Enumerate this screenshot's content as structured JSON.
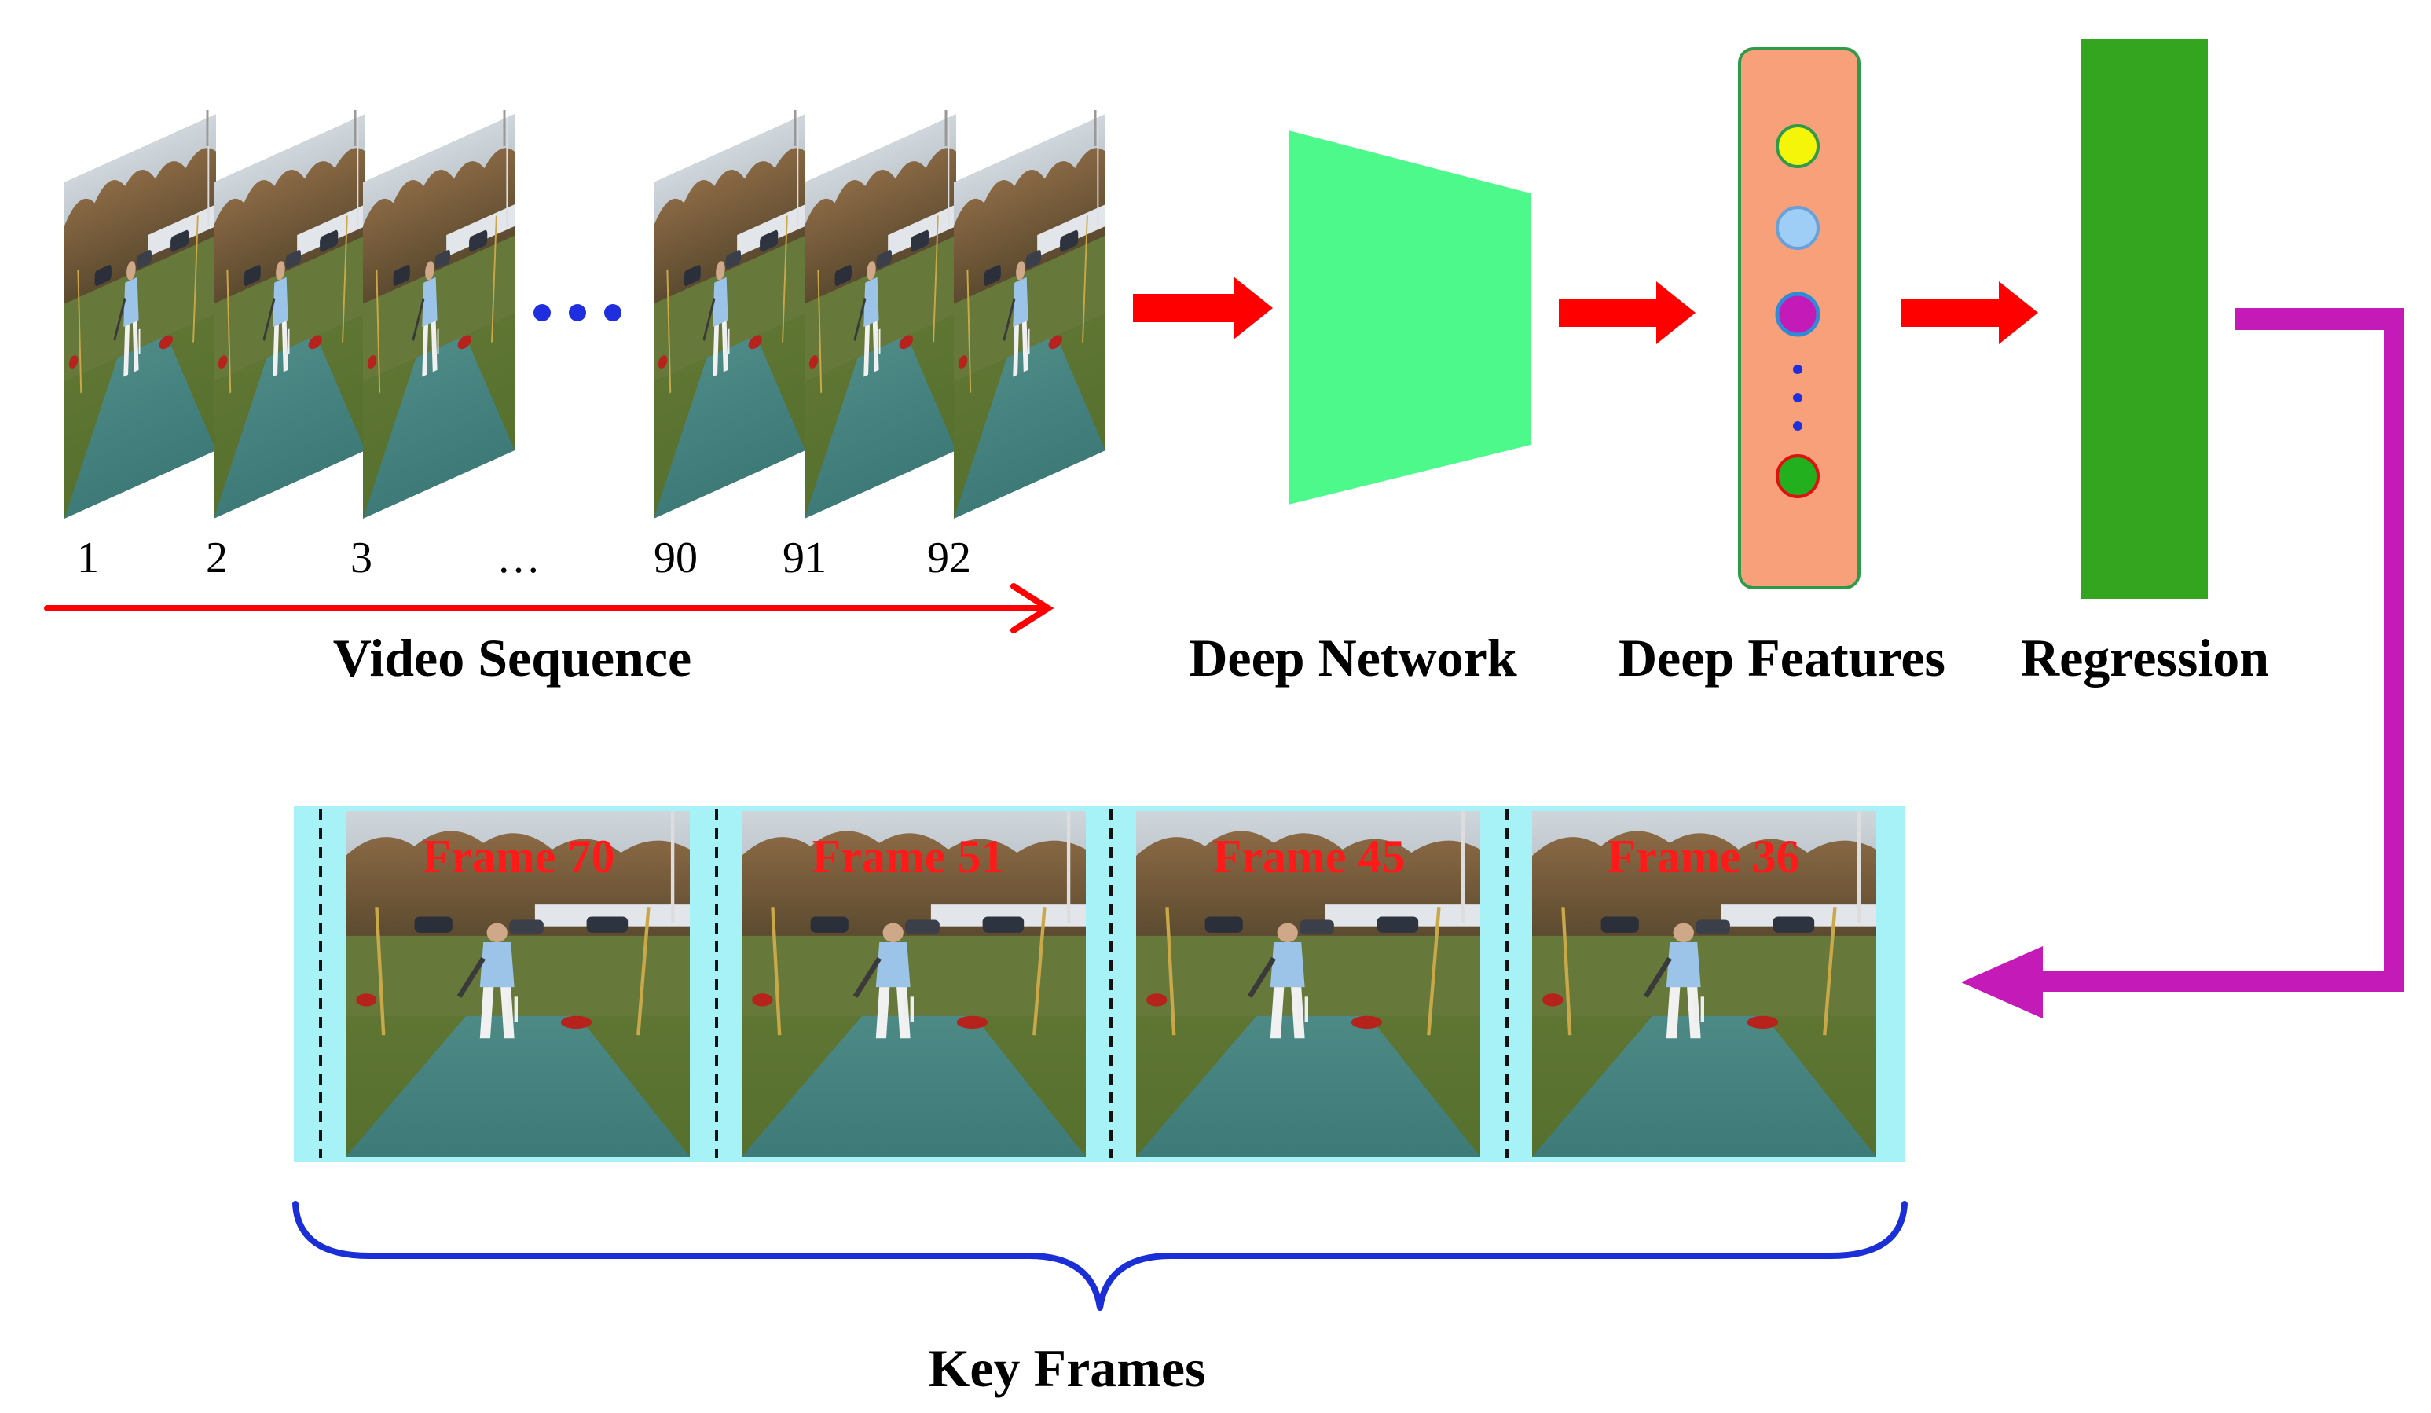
{
  "video_sequence": {
    "label": "Video Sequence",
    "frame_numbers": [
      "1",
      "2",
      "3",
      "…",
      "90",
      "91",
      "92"
    ]
  },
  "pipeline": {
    "deep_network_label": "Deep Network",
    "deep_features_label": "Deep Features",
    "regression_label": "Regression"
  },
  "key_frames": {
    "label": "Key Frames",
    "frames": [
      "Frame 70",
      "Frame 51",
      "Frame 45",
      "Frame 36"
    ]
  },
  "colors": {
    "arrow_red": "#ff0000",
    "network_green": "#4cf98a",
    "features_orange": "#f7a07a",
    "features_border": "#2f9a4a",
    "regression_green": "#33a51f",
    "output_magenta": "#c41ab8",
    "brace_blue": "#1a2fd6",
    "keyframe_strip": "#a6f2f7",
    "frame_title_red": "#ff1a1a"
  },
  "feature_nodes": [
    {
      "fill": "#f5f50a",
      "stroke": "#2f9a4a"
    },
    {
      "fill": "#9ecdf5",
      "stroke": "#6aa0d8"
    },
    {
      "fill": "#c41ab8",
      "stroke": "#2f8ad8"
    },
    {
      "fill": "#22b01f",
      "stroke": "#e01010"
    }
  ]
}
